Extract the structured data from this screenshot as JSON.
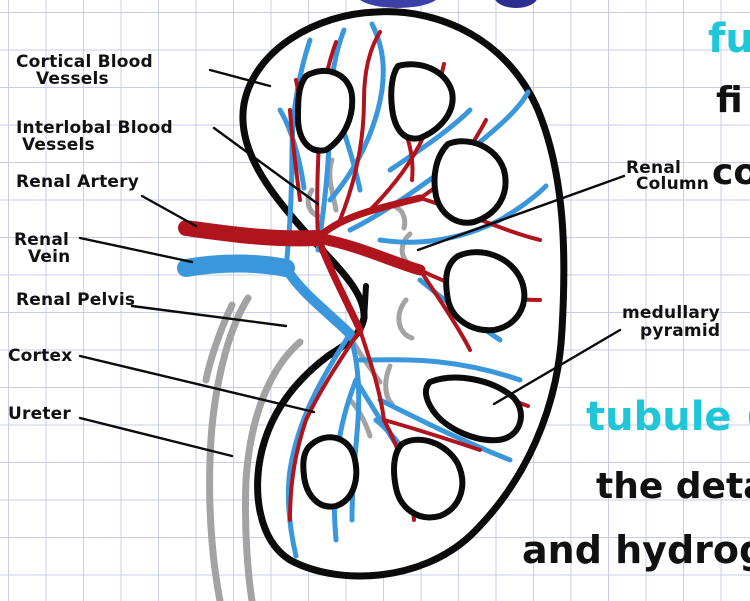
{
  "labels": {
    "cortical_blood_vessels": [
      "Cortical Blood",
      "Vessels"
    ],
    "interlobal_blood_vessels": [
      "Interlobal Blood",
      "Vessels"
    ],
    "renal_artery": "Renal Artery",
    "renal_vein": [
      "Renal",
      "Vein"
    ],
    "renal_pelvis": "Renal Pelvis",
    "cortex": "Cortex",
    "ureter": "Ureter",
    "renal_column": [
      "Renal",
      "Column"
    ],
    "medullary_pyramid": [
      "medullary",
      "pyramid"
    ]
  },
  "notes": {
    "top_right_fragment": "fu",
    "fi_fragment": "fi",
    "co_fragment": "co",
    "tubule_fragment": "tubule (",
    "the_deta_fragment": "the deta",
    "and_hydro_fragment": "and hydrog"
  },
  "colors": {
    "outline": "#0b0b0b",
    "artery": "#b0141c",
    "vein": "#3a97dc",
    "ureter": "#a3a3a3",
    "accent_cyan": "#1ec6d8",
    "grid": "#c9cde8"
  }
}
